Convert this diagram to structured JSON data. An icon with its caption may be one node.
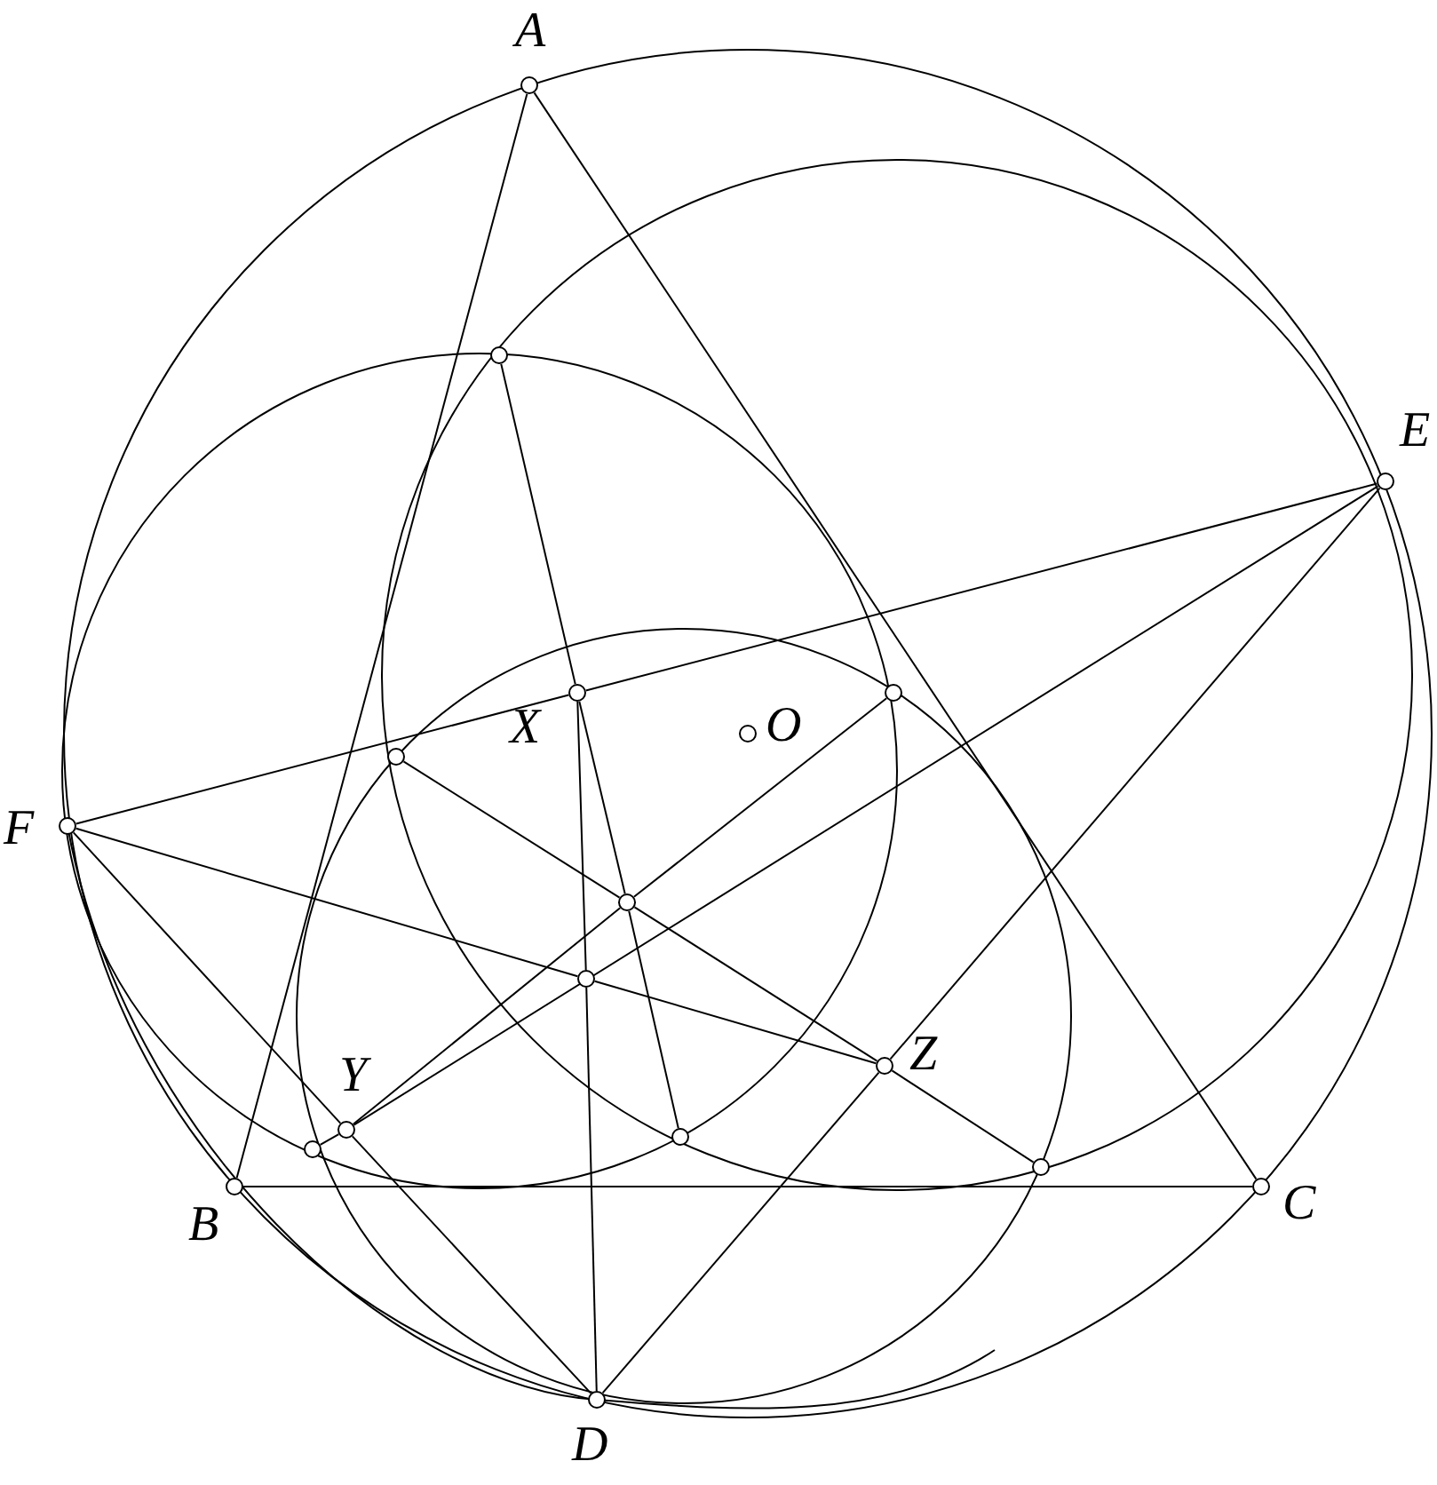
{
  "diagram": {
    "nodes": [
      {
        "text": [],
        "shape": "circle",
        "beside": [
          "A"
        ]
      },
      {
        "text": [],
        "shape": "circle"
      },
      {
        "text": [],
        "shape": "circle",
        "beside": [
          "E"
        ]
      },
      {
        "text": [],
        "shape": "circle"
      },
      {
        "text": [],
        "shape": "circle",
        "beside": [
          "X"
        ]
      },
      {
        "text": [],
        "shape": "circle",
        "beside": [
          "O"
        ]
      },
      {
        "text": [],
        "shape": "circle"
      },
      {
        "text": [],
        "shape": "circle",
        "beside": [
          "F"
        ]
      },
      {
        "text": [],
        "shape": "circle"
      },
      {
        "text": [],
        "shape": "circle"
      },
      {
        "text": [],
        "shape": "circle",
        "beside": [
          "Z"
        ]
      },
      {
        "text": [],
        "shape": "circle",
        "beside": [
          "Y"
        ]
      },
      {
        "text": [],
        "shape": "circle"
      },
      {
        "text": [],
        "shape": "circle"
      },
      {
        "text": [],
        "shape": "circle"
      },
      {
        "text": [],
        "shape": "circle",
        "beside": [
          "B"
        ]
      },
      {
        "text": [],
        "shape": "circle",
        "beside": [
          "C"
        ]
      },
      {
        "text": [],
        "shape": "circle",
        "beside": [
          "D"
        ]
      }
    ],
    "edges": [
      {
        "from": 0,
        "to": 15,
        "arrow": "none"
      },
      {
        "from": 0,
        "to": 16,
        "arrow": "none"
      },
      {
        "from": 15,
        "to": 16,
        "arrow": "none"
      },
      {
        "from": 7,
        "to": 4,
        "arrow": "none"
      },
      {
        "from": 4,
        "to": 2,
        "arrow": "none"
      },
      {
        "from": 7,
        "to": 11,
        "arrow": "none"
      },
      {
        "from": 11,
        "to": 17,
        "arrow": "none"
      },
      {
        "from": 7,
        "to": 9,
        "arrow": "none"
      },
      {
        "from": 9,
        "to": 10,
        "arrow": "none"
      },
      {
        "from": 2,
        "to": 10,
        "arrow": "none"
      },
      {
        "from": 10,
        "to": 17,
        "arrow": "none"
      },
      {
        "from": 2,
        "to": 11,
        "arrow": "none"
      },
      {
        "from": 11,
        "to": 8,
        "arrow": "none"
      },
      {
        "from": 8,
        "to": 3,
        "arrow": "none"
      },
      {
        "from": 6,
        "to": 8,
        "arrow": "none"
      },
      {
        "from": 8,
        "to": 10,
        "arrow": "none"
      },
      {
        "from": 10,
        "to": 14,
        "arrow": "none"
      },
      {
        "from": 1,
        "to": 4,
        "arrow": "none"
      },
      {
        "from": 4,
        "to": 8,
        "arrow": "none"
      },
      {
        "from": 8,
        "to": 12,
        "arrow": "none"
      },
      {
        "from": 4,
        "to": 9,
        "arrow": "none"
      },
      {
        "from": 9,
        "to": 17,
        "arrow": "none"
      },
      {
        "from": 13,
        "to": 11,
        "arrow": "none"
      }
    ]
  }
}
